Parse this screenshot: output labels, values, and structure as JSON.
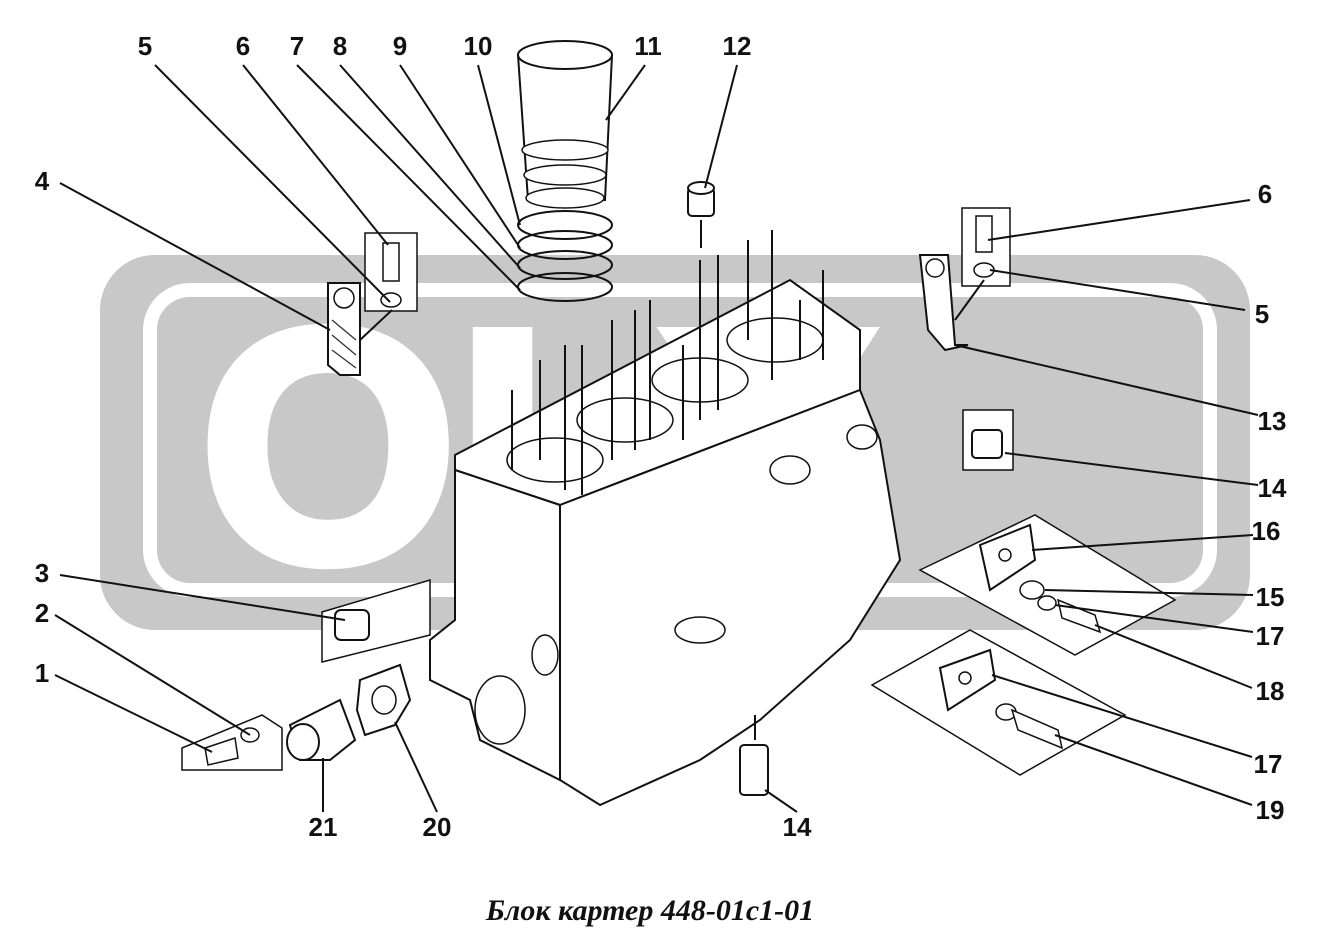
{
  "caption": "Блок картер 448-01с1-01",
  "watermark": {
    "text": "OLX",
    "color": "#c8c8c8"
  },
  "callouts": [
    {
      "id": "c5a",
      "label": "5"
    },
    {
      "id": "c6a",
      "label": "6"
    },
    {
      "id": "c7",
      "label": "7"
    },
    {
      "id": "c8",
      "label": "8"
    },
    {
      "id": "c9",
      "label": "9"
    },
    {
      "id": "c10",
      "label": "10"
    },
    {
      "id": "c11",
      "label": "11"
    },
    {
      "id": "c12",
      "label": "12"
    },
    {
      "id": "c4",
      "label": "4"
    },
    {
      "id": "c6b",
      "label": "6"
    },
    {
      "id": "c5b",
      "label": "5"
    },
    {
      "id": "c13",
      "label": "13"
    },
    {
      "id": "c14a",
      "label": "14"
    },
    {
      "id": "c16",
      "label": "16"
    },
    {
      "id": "c15",
      "label": "15"
    },
    {
      "id": "c17a",
      "label": "17"
    },
    {
      "id": "c18",
      "label": "18"
    },
    {
      "id": "c17b",
      "label": "17"
    },
    {
      "id": "c19",
      "label": "19"
    },
    {
      "id": "c3",
      "label": "3"
    },
    {
      "id": "c2",
      "label": "2"
    },
    {
      "id": "c1",
      "label": "1"
    },
    {
      "id": "c21",
      "label": "21"
    },
    {
      "id": "c20",
      "label": "20"
    },
    {
      "id": "c14b",
      "label": "14"
    }
  ]
}
